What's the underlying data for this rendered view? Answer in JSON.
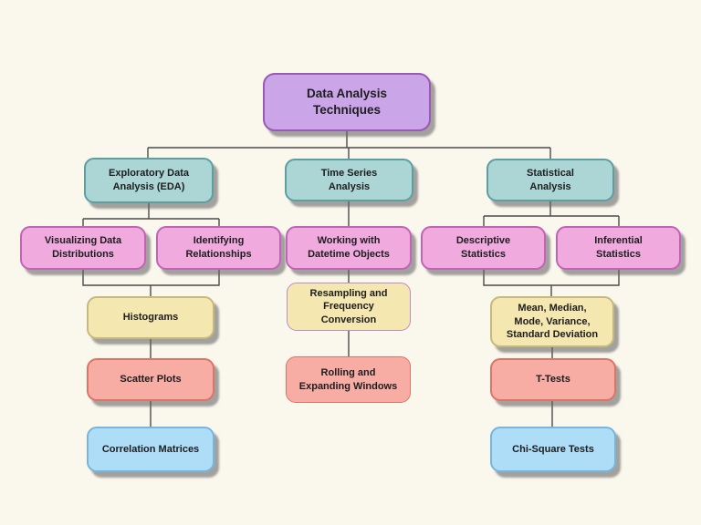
{
  "diagram": {
    "title": "Data Analysis Techniques",
    "type": "mind-map-flowchart"
  },
  "palette": {
    "bg": "#faf7ed",
    "line": "#4c4c4c",
    "shadow": "rgba(104,104,104,0.6)",
    "purple_fill": "#caa5e8",
    "purple_border": "#9b59b6",
    "teal_fill": "#abd6d5",
    "teal_border": "#5b9fa2",
    "pink_fill": "#f0aade",
    "pink_border": "#c263b8",
    "yellow_fill": "#f4e7af",
    "yellow_border": "#c7b97e",
    "yellow_alt_border": "#b98ccb",
    "salmon_fill": "#f7aca4",
    "salmon_border": "#dd7465",
    "blue_fill": "#aeddf7",
    "blue_border": "#77b5dd"
  },
  "nodes": {
    "root": {
      "label": "Data Analysis\nTechniques"
    },
    "eda": {
      "label": "Exploratory Data\nAnalysis (EDA)"
    },
    "time_series": {
      "label": "Time Series\nAnalysis"
    },
    "statistical": {
      "label": "Statistical\nAnalysis"
    },
    "visualizing": {
      "label": "Visualizing Data\nDistributions"
    },
    "identifying": {
      "label": "Identifying\nRelationships"
    },
    "datetime": {
      "label": "Working with\nDatetime Objects"
    },
    "descriptive": {
      "label": "Descriptive\nStatistics"
    },
    "inferential": {
      "label": "Inferential\nStatistics"
    },
    "histograms": {
      "label": "Histograms"
    },
    "resampling": {
      "label": "Resampling and\nFrequency\nConversion"
    },
    "mean_median": {
      "label": "Mean, Median,\nMode, Variance,\nStandard Deviation"
    },
    "scatter": {
      "label": "Scatter Plots"
    },
    "rolling": {
      "label": "Rolling and\nExpanding Windows"
    },
    "t_tests": {
      "label": "T-Tests"
    },
    "correlation": {
      "label": "Correlation Matrices"
    },
    "chi_square": {
      "label": "Chi-Square Tests"
    }
  },
  "edges": [
    {
      "from": "root",
      "to": "eda"
    },
    {
      "from": "root",
      "to": "time_series"
    },
    {
      "from": "root",
      "to": "statistical"
    },
    {
      "from": "eda",
      "to": "visualizing"
    },
    {
      "from": "eda",
      "to": "identifying"
    },
    {
      "from": "visualizing",
      "to": "histograms"
    },
    {
      "from": "identifying",
      "to": "histograms"
    },
    {
      "from": "histograms",
      "to": "scatter"
    },
    {
      "from": "scatter",
      "to": "correlation"
    },
    {
      "from": "time_series",
      "to": "datetime"
    },
    {
      "from": "datetime",
      "to": "resampling"
    },
    {
      "from": "resampling",
      "to": "rolling"
    },
    {
      "from": "statistical",
      "to": "descriptive"
    },
    {
      "from": "statistical",
      "to": "inferential"
    },
    {
      "from": "descriptive",
      "to": "mean_median"
    },
    {
      "from": "inferential",
      "to": "mean_median"
    },
    {
      "from": "mean_median",
      "to": "t_tests"
    },
    {
      "from": "t_tests",
      "to": "chi_square"
    }
  ]
}
